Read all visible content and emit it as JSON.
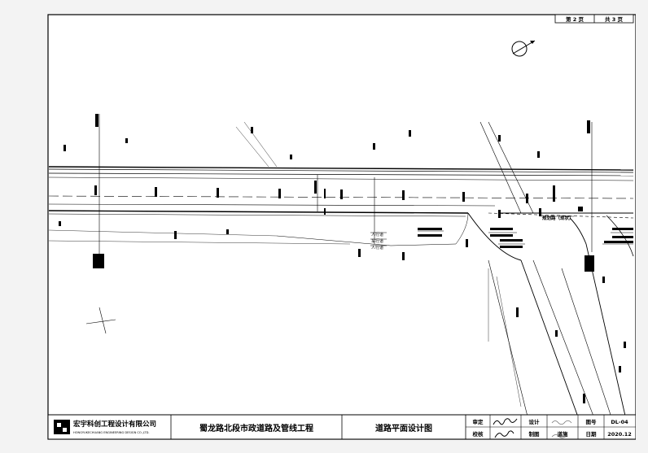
{
  "sheet": {
    "sheet_number_label": "第 2 页",
    "total_sheets_label": "共 3 页"
  },
  "title_block": {
    "company_name": "宏宇科创工程设计有限公司",
    "company_name_en": "HONGYUKECHUANG ENGINEERING DESIGN CO.,LTD.",
    "project_name": "蜀龙路北段市政道路及管线工程",
    "drawing_title": "道路平面设计图",
    "review_label": "审定",
    "check_label": "校核",
    "design_label": "设计",
    "draw_label": "制图",
    "discipline_value": "道施",
    "drawing_no_label": "图号",
    "drawing_no_value": "DL-04",
    "date_label": "日期",
    "date_value": "2020.12"
  },
  "annotations": {
    "junction_road_label": "规划路（现状）",
    "sidewalk_1": "人行道",
    "sidewalk_2": "车行道",
    "sidewalk_3": "人行道"
  },
  "icons": {
    "north_arrow": "north-arrow-icon",
    "company_logo": "company-logo-icon",
    "crosshair": "crosshair-icon"
  },
  "colors": {
    "background": "#f3f3f3",
    "paper": "#ffffff",
    "line": "#000000"
  }
}
